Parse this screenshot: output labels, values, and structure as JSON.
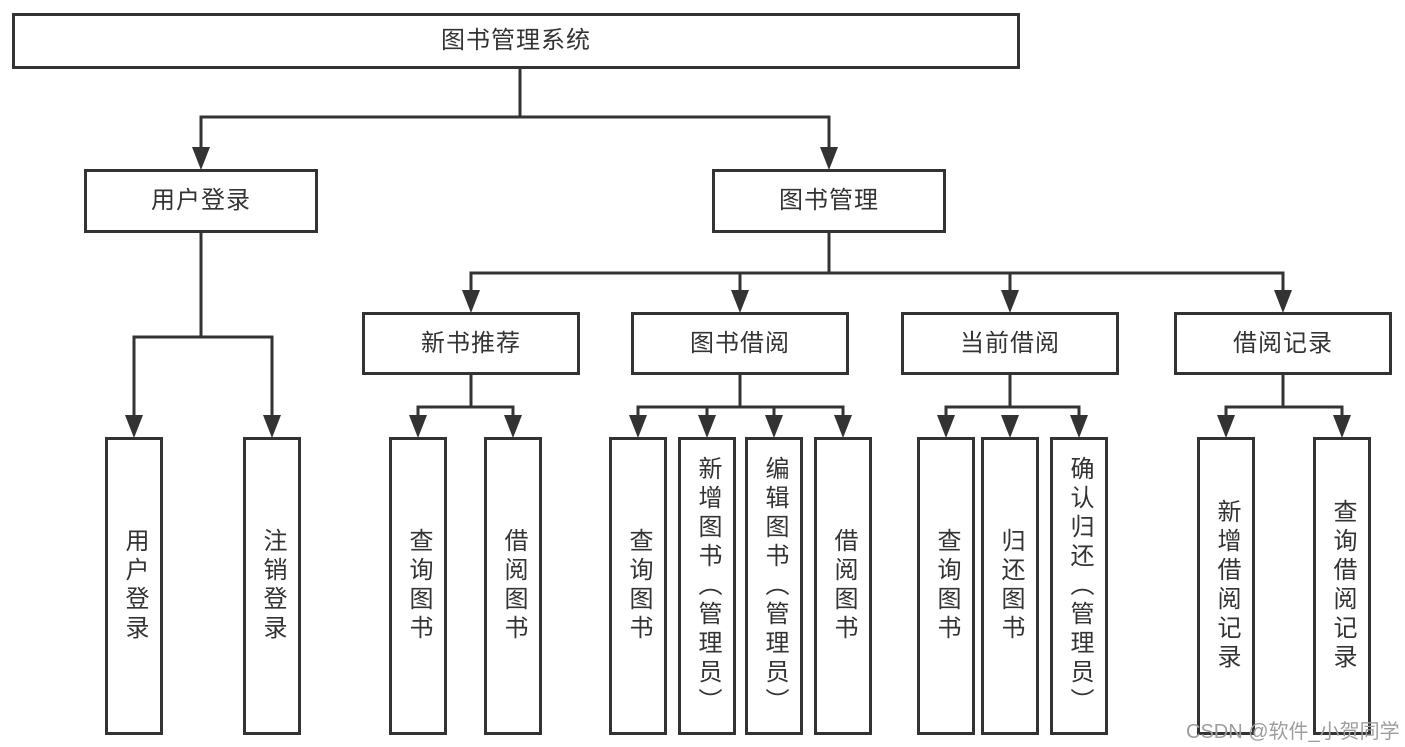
{
  "colors": {
    "line": "#333333",
    "text": "#333333",
    "bg": "#ffffff",
    "boxbg": "#ffffff",
    "watermark": "#9e9e9e"
  },
  "diagram": {
    "root": {
      "label": "图书管理系统"
    },
    "level2": {
      "user_login": {
        "label": "用户登录"
      },
      "book_mgmt": {
        "label": "图书管理"
      }
    },
    "level3": {
      "new_books": {
        "label": "新书推荐"
      },
      "borrowing": {
        "label": "图书借阅"
      },
      "current": {
        "label": "当前借阅"
      },
      "records": {
        "label": "借阅记录"
      }
    },
    "leaves": {
      "user_login": [
        "用户登录",
        "注销登录"
      ],
      "new_books": [
        "查询图书",
        "借阅图书"
      ],
      "borrowing": [
        "查询图书",
        "新增图书（管理员）",
        "编辑图书（管理员）",
        "借阅图书"
      ],
      "current": [
        "查询图书",
        "归还图书",
        "确认归还（管理员）"
      ],
      "records": [
        "新增借阅记录",
        "查询借阅记录"
      ]
    }
  },
  "watermark": {
    "text": "CSDN @软件_小贺同学"
  }
}
